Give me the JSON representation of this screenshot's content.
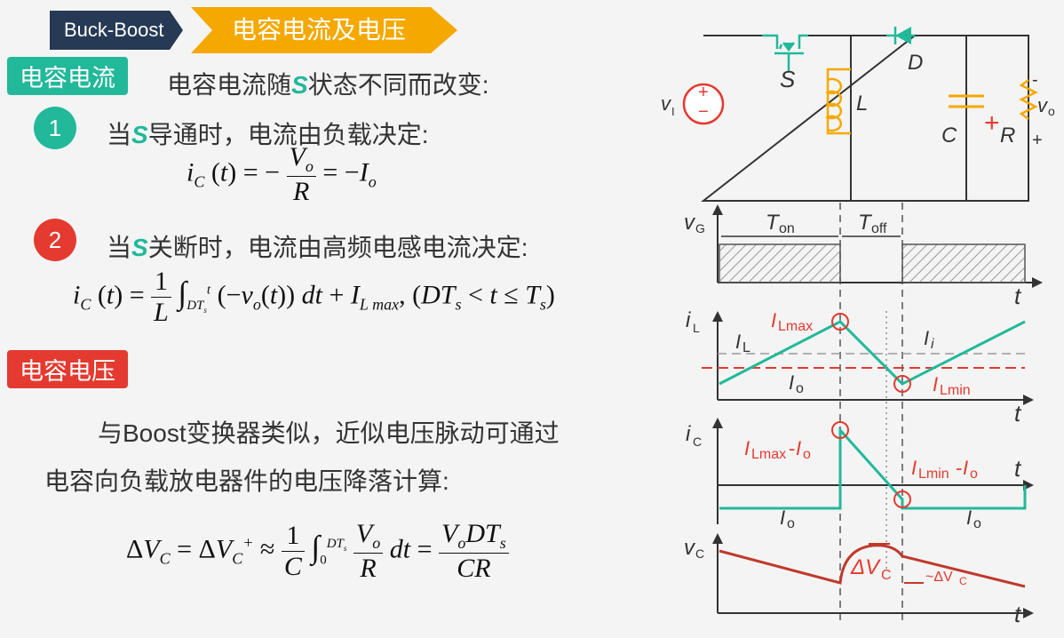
{
  "header": {
    "breadcrumb": "Buck-Boost",
    "title": "电容电流及电压"
  },
  "section_current": {
    "label": "电容电流",
    "intro_before": "电容电流随",
    "intro_s": "S",
    "intro_after": "状态不同而改变:",
    "case1": {
      "number": "1",
      "prefix": "当",
      "s": "S",
      "text": "导通时，电流由负载决定:"
    },
    "case2": {
      "number": "2",
      "prefix": "当",
      "s": "S",
      "text": "关断时，电流由高频电感电流决定:"
    }
  },
  "section_voltage": {
    "label": "电容电压",
    "line1": "与Boost变换器类似，近似电压脉动可通过",
    "line2": "电容向负载放电器件的电压降落计算:"
  },
  "colors": {
    "teal": "#22b89a",
    "orange": "#f5a800",
    "red": "#e43a30",
    "navy": "#263a55",
    "wave_red": "#c0392b"
  }
}
